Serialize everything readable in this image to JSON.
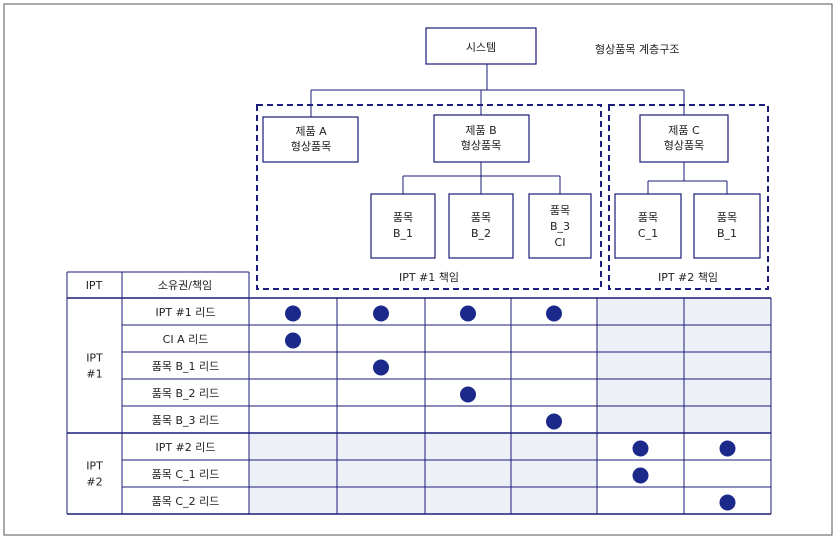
{
  "title": "형상품목 계층구조",
  "root": {
    "label": "시스템"
  },
  "products": [
    {
      "id": "A",
      "lines": [
        "제품 A",
        "형상품목"
      ]
    },
    {
      "id": "B",
      "lines": [
        "제품 B",
        "형상품목"
      ]
    },
    {
      "id": "C",
      "lines": [
        "제품 C",
        "형상품목"
      ]
    }
  ],
  "items": [
    {
      "parent": "B",
      "lines": [
        "품목",
        "B_1"
      ]
    },
    {
      "parent": "B",
      "lines": [
        "품목",
        "B_2"
      ]
    },
    {
      "parent": "B",
      "lines": [
        "품목",
        "B_3",
        "CI"
      ]
    },
    {
      "parent": "C",
      "lines": [
        "품목",
        "C_1"
      ]
    },
    {
      "parent": "C",
      "lines": [
        "품목",
        "B_1"
      ]
    }
  ],
  "groups": [
    {
      "label": "IPT #1 책임"
    },
    {
      "label": "IPT #2 책임"
    }
  ],
  "table": {
    "header": {
      "ipt": "IPT",
      "role": "소유권/책임"
    },
    "ipt_groups": [
      {
        "lines": [
          "IPT",
          "#1"
        ],
        "rows": 5
      },
      {
        "lines": [
          "IPT",
          "#2"
        ],
        "rows": 3
      }
    ],
    "rows": [
      {
        "label": "IPT #1 리드",
        "marks": [
          1,
          1,
          1,
          1,
          0,
          0
        ]
      },
      {
        "label": "CI A 리드",
        "marks": [
          1,
          0,
          0,
          0,
          0,
          0
        ]
      },
      {
        "label": "품목 B_1 리드",
        "marks": [
          0,
          1,
          0,
          0,
          0,
          0
        ]
      },
      {
        "label": "품목 B_2 리드",
        "marks": [
          0,
          0,
          1,
          0,
          0,
          0
        ]
      },
      {
        "label": "품목 B_3 리드",
        "marks": [
          0,
          0,
          0,
          1,
          0,
          0
        ]
      },
      {
        "label": "IPT #2 리드",
        "marks": [
          0,
          0,
          0,
          0,
          1,
          1
        ]
      },
      {
        "label": "품목 C_1 리드",
        "marks": [
          0,
          0,
          0,
          0,
          1,
          0
        ]
      },
      {
        "label": "품목 C_2 리드",
        "marks": [
          0,
          0,
          0,
          0,
          0,
          1
        ]
      }
    ]
  },
  "colors": {
    "line": "#1c1c7a",
    "box": "#1c1c7a",
    "dot": "#1b2a8a",
    "shade": "#eef0f8"
  }
}
